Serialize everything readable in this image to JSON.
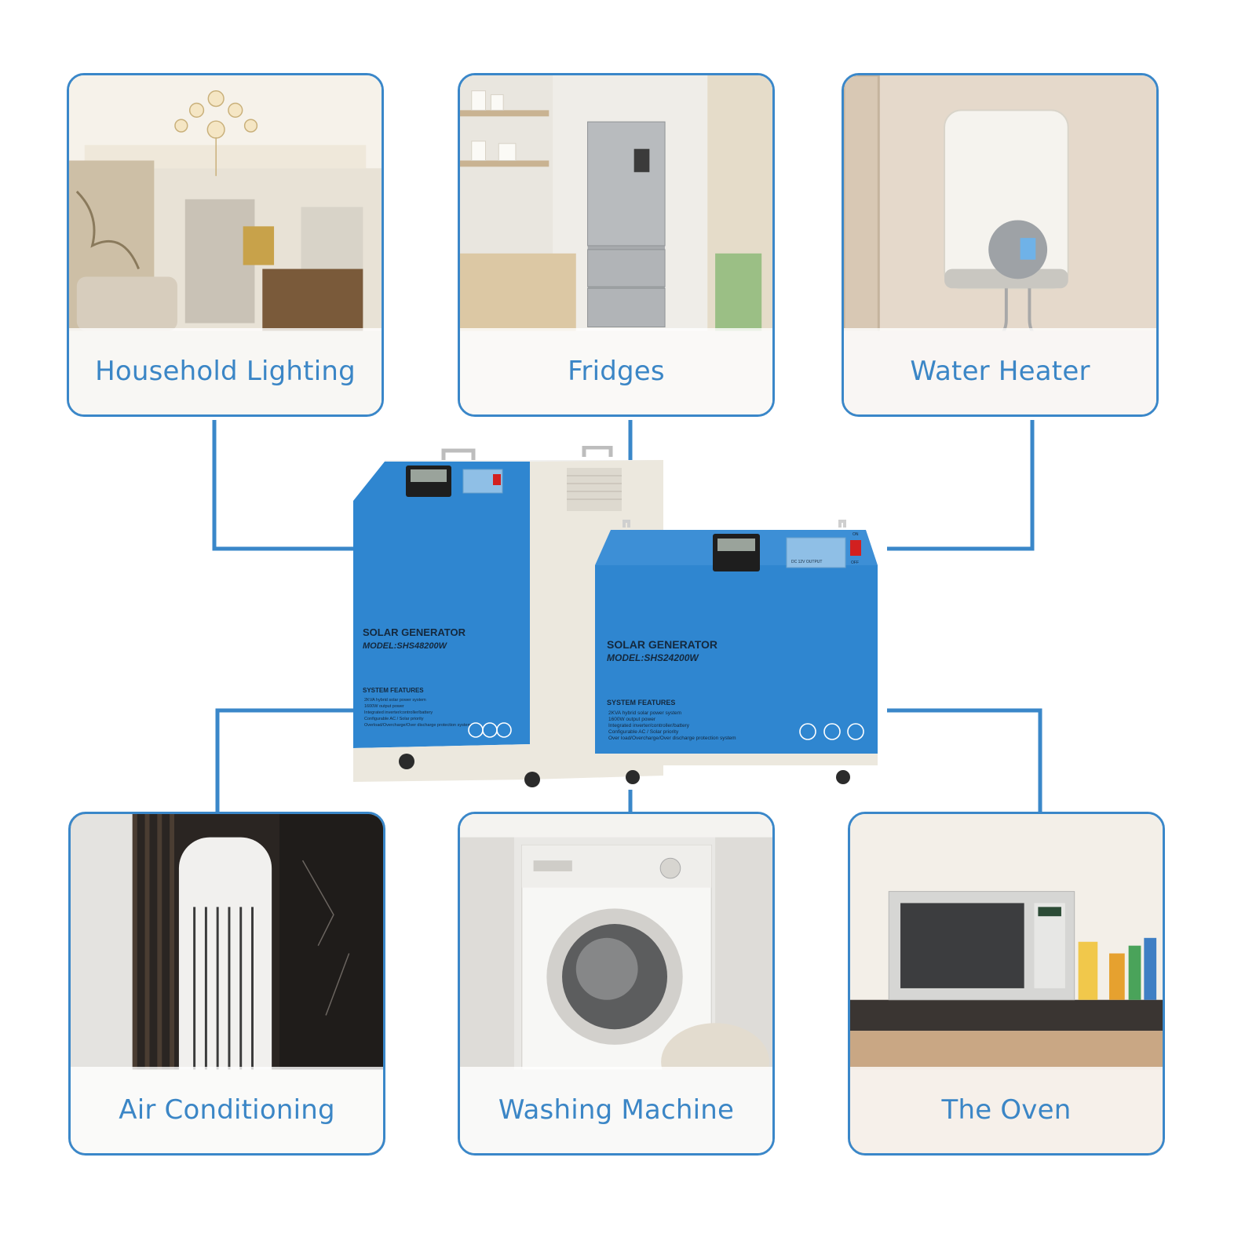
{
  "colors": {
    "accent": "#3a87c9",
    "label": "#3b86c6",
    "panel_blue": "#2f86d0",
    "panel_cream": "#ece8de"
  },
  "cards": [
    {
      "id": "household-lighting",
      "label": "Household Lighting",
      "scene": "chandelier-living-room"
    },
    {
      "id": "fridges",
      "label": "Fridges",
      "scene": "steel-refrigerator-kitchen"
    },
    {
      "id": "water-heater",
      "label": "Water Heater",
      "scene": "wall-water-heater"
    },
    {
      "id": "air-conditioning",
      "label": "Air Conditioning",
      "scene": "tower-air-conditioner"
    },
    {
      "id": "washing-machine",
      "label": "Washing Machine",
      "scene": "front-load-washer"
    },
    {
      "id": "the-oven",
      "label": "The Oven",
      "scene": "microwave-oven-counter"
    }
  ],
  "generators": {
    "large": {
      "title": "SOLAR GENERATOR",
      "model": "MODEL:SHS48200W",
      "features_title": "SYSTEM FEATURES",
      "features": [
        "2KVA hybrid solar power system",
        "1600W output power",
        "Integrated inverter/controller/battery",
        "Configurable AC / Solar priority",
        "Overload/Overcharge/Over discharge protection system"
      ]
    },
    "small": {
      "title": "SOLAR GENERATOR",
      "model": "MODEL:SHS24200W",
      "features_title": "SYSTEM FEATURES",
      "features": [
        "2KVA hybrid solar power system",
        "1600W output power",
        "Integrated inverter/controller/battery",
        "Configurable AC / Solar priority",
        "Over load/Overcharge/Over discharge protection system"
      ],
      "output_label": "DC 12V OUTPUT",
      "switch_on": "ON",
      "switch_off": "OFF"
    }
  }
}
